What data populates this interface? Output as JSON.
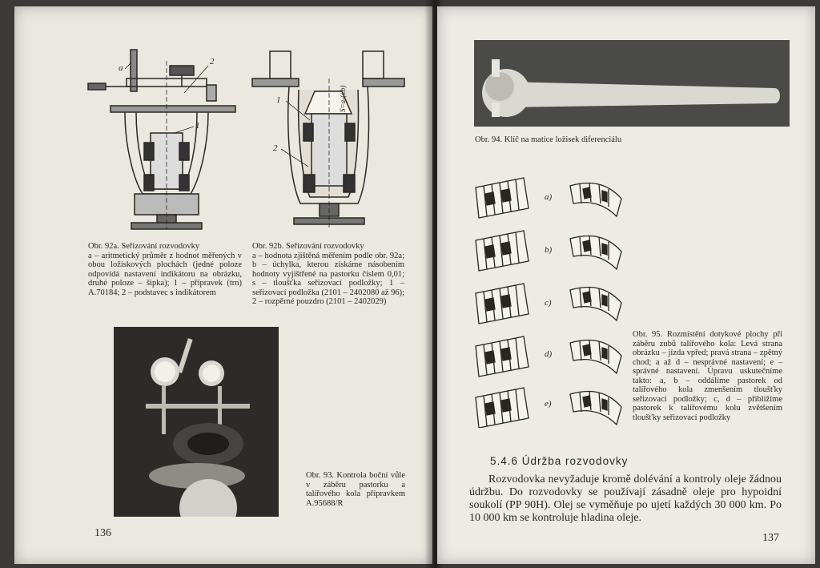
{
  "left_page": {
    "fig92a": {
      "label_a": "a",
      "label_1": "1",
      "label_2": "2",
      "caption_title": "Obr. 92a. Seřizování rozvodovky",
      "caption_body": "a – aritmetický průměr z hodnot měřených v obou ložiskových plochách (jedné poloze odpovídá nastavení indikátoru na obrázku, druhé poloze – šipka); 1 – přípravek (trn) A.70184; 2 – podstavec s indikátorem"
    },
    "fig92b": {
      "label_1": "1",
      "label_2": "2",
      "label_s": "S=a-(±b)",
      "caption_title": "Obr. 92b. Seřizování rozvodovky",
      "caption_body": "a – hodnota zjištěná měřením podle obr. 92a; b – úchylka, kterou získáme násobením hodnoty vyjištřené na pastorku číslem 0,01; s – tloušťka seřizovací podložky; 1 – seřizovací podložka (2101 – 2402080 až 96); 2 – rozpěrné pouzdro (2101 – 2402029)"
    },
    "fig93": {
      "caption": "Obr. 93. Kontrola boční vůle v záběru pastorku a talířového kola přípravkem A.95688/R"
    },
    "page_number": "136"
  },
  "right_page": {
    "fig94": {
      "caption": "Obr. 94. Klíč na matice ložisek diferenciálu"
    },
    "fig95": {
      "labels": [
        "a)",
        "b)",
        "c)",
        "d)",
        "e)"
      ],
      "caption": "Obr. 95. Rozmístění dotykové plochy při záběru zubů talířového kola: Levá strana obrázku – jízda vpřed; pravá strana – zpětný chod; a až d – nesprávné nastavení; e – správné nastavení. Úpravu uskutečníme takto: a, b – oddálíme pastorek od talířového kola zmenšením tloušťky seřizovací podložky; c, d – přiblížíme pastorek k talířovému kolu zvětšením tloušťky seřizovací podložky"
    },
    "section": {
      "title": "5.4.6 Údržba rozvodovky",
      "body": "Rozvodovka nevyžaduje kromě dolévání a kontroly oleje žádnou údržbu. Do rozvodovky se používají zásadně oleje pro hypoidní soukolí (PP 90H). Olej se vyměňuje po ujetí každých 30 000 km. Po 10 000 km se kontroluje hladina oleje."
    },
    "page_number": "137"
  },
  "colors": {
    "paper_left": "#ebe8e0",
    "paper_right": "#ecebe6",
    "ink": "#2a2622",
    "background": "#3b3a36"
  }
}
